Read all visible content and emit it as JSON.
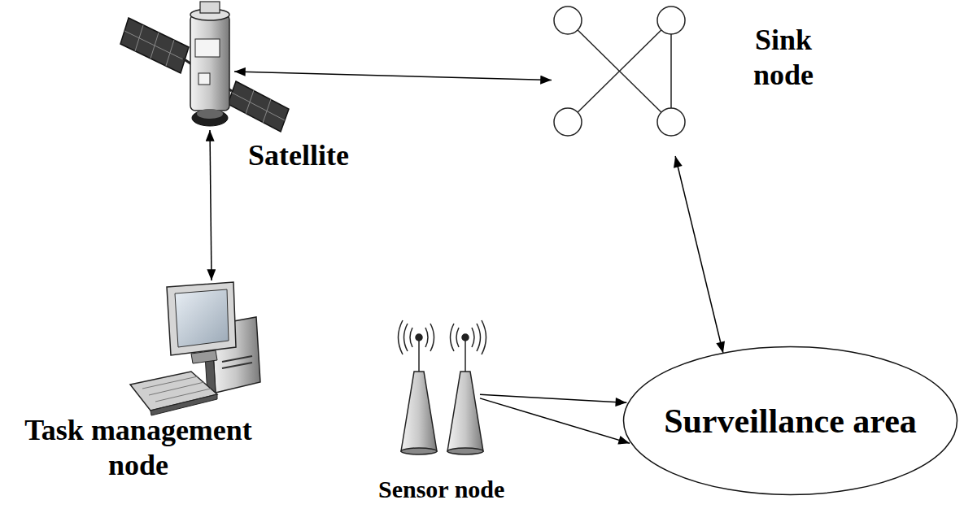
{
  "diagram": {
    "nodes": [
      {
        "text": [
          "Satellite"
        ]
      },
      {
        "text": [
          "Sink node"
        ]
      },
      {
        "text": [
          "Task management node"
        ]
      },
      {
        "text": [
          "Sensor node"
        ]
      },
      {
        "text": [
          "Surveillance area"
        ]
      }
    ],
    "edges": [
      {
        "from": 0,
        "to": 1,
        "arrow": "both"
      },
      {
        "from": 0,
        "to": 2,
        "arrow": "both"
      },
      {
        "from": 1,
        "to": 4,
        "arrow": "both"
      },
      {
        "from": 3,
        "to": 4,
        "arrow": "to"
      },
      {
        "from": 3,
        "to": 4,
        "arrow": "to"
      }
    ]
  }
}
